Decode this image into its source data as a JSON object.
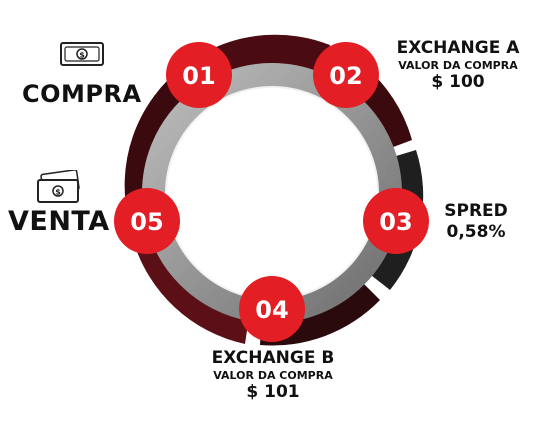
{
  "steps": [
    {
      "number": "01"
    },
    {
      "number": "02"
    },
    {
      "number": "03"
    },
    {
      "number": "04"
    },
    {
      "number": "05"
    }
  ],
  "compra": {
    "label": "COMPRA",
    "icon": "banknote-icon"
  },
  "venta": {
    "label": "VENTA",
    "icon": "banknote-stack-icon"
  },
  "exchange_a": {
    "title": "EXCHANGE A",
    "subtitle": "VALOR DA COMPRA",
    "amount": "$ 100"
  },
  "spread": {
    "title": "SPRED",
    "value": "0,58%"
  },
  "exchange_b": {
    "title": "EXCHANGE B",
    "subtitle": "VALOR DA COMPRA",
    "amount": "$ 101"
  },
  "colors": {
    "badge": "#e31e24",
    "ring_dark": "#3a0a0e",
    "ring_mid": "#5c1218",
    "inner_gray": "#9a9a9a",
    "text": "#111111"
  }
}
